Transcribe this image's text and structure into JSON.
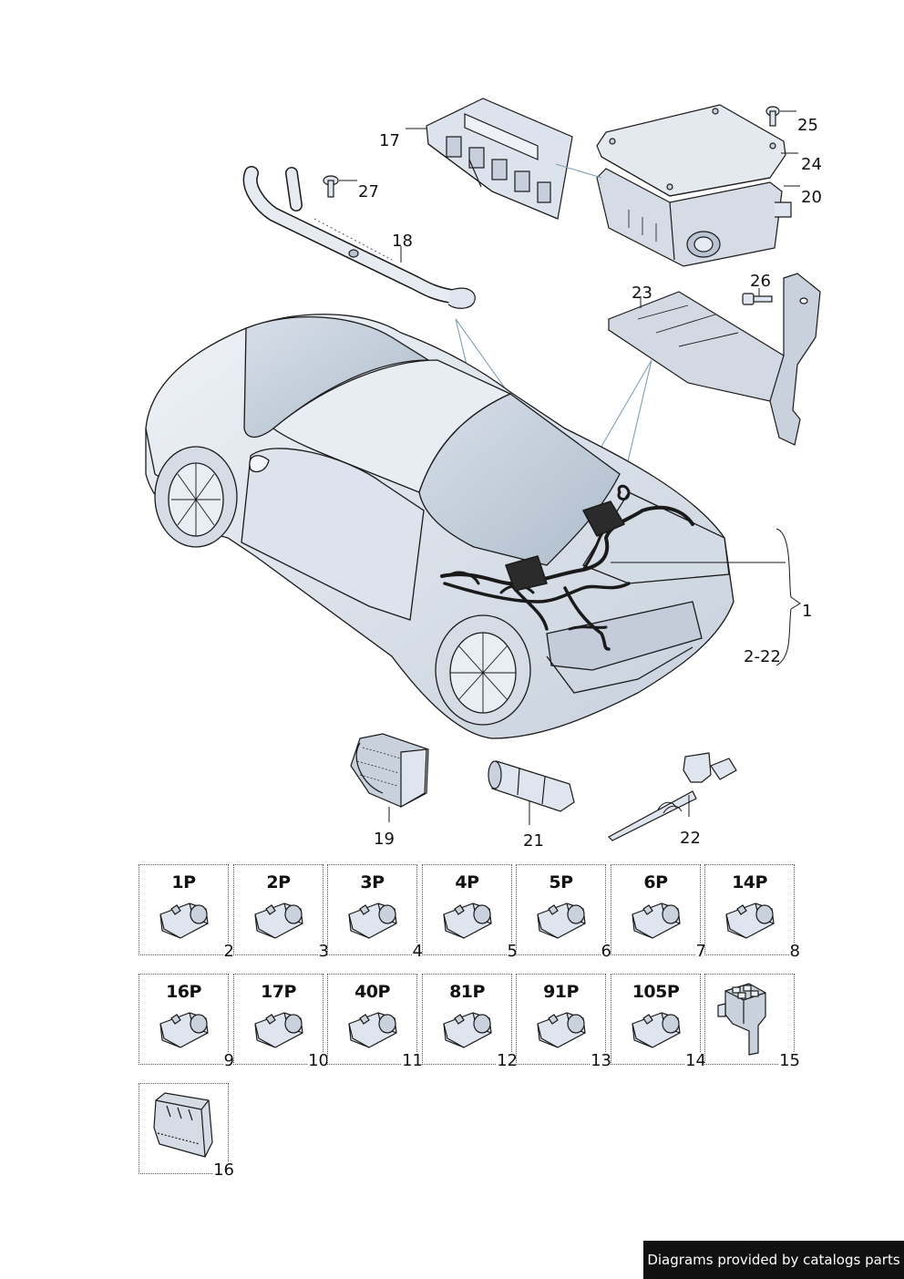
{
  "callouts": {
    "c17": "17",
    "c27": "27",
    "c18": "18",
    "c25": "25",
    "c24": "24",
    "c20": "20",
    "c26": "26",
    "c23": "23",
    "c1": "1",
    "c2_22": "2-22",
    "c19": "19",
    "c21": "21",
    "c22": "22"
  },
  "connectors": [
    {
      "title": "1P",
      "num": "2"
    },
    {
      "title": "2P",
      "num": "3"
    },
    {
      "title": "3P",
      "num": "4"
    },
    {
      "title": "4P",
      "num": "5"
    },
    {
      "title": "5P",
      "num": "6"
    },
    {
      "title": "6P",
      "num": "7"
    },
    {
      "title": "14P",
      "num": "8"
    },
    {
      "title": "16P",
      "num": "9"
    },
    {
      "title": "17P",
      "num": "10"
    },
    {
      "title": "40P",
      "num": "11"
    },
    {
      "title": "81P",
      "num": "12"
    },
    {
      "title": "91P",
      "num": "13"
    },
    {
      "title": "105P",
      "num": "14"
    },
    {
      "title": "",
      "num": "15"
    },
    {
      "title": "",
      "num": "16"
    }
  ],
  "footer": "Diagrams provided by catalogs parts",
  "colors": {
    "ink": "#1a1a1a",
    "fill": "#dfe5ee",
    "shade": "#b9c3d2",
    "glass": "#cdd6e2",
    "line": "#8fa8b8"
  }
}
